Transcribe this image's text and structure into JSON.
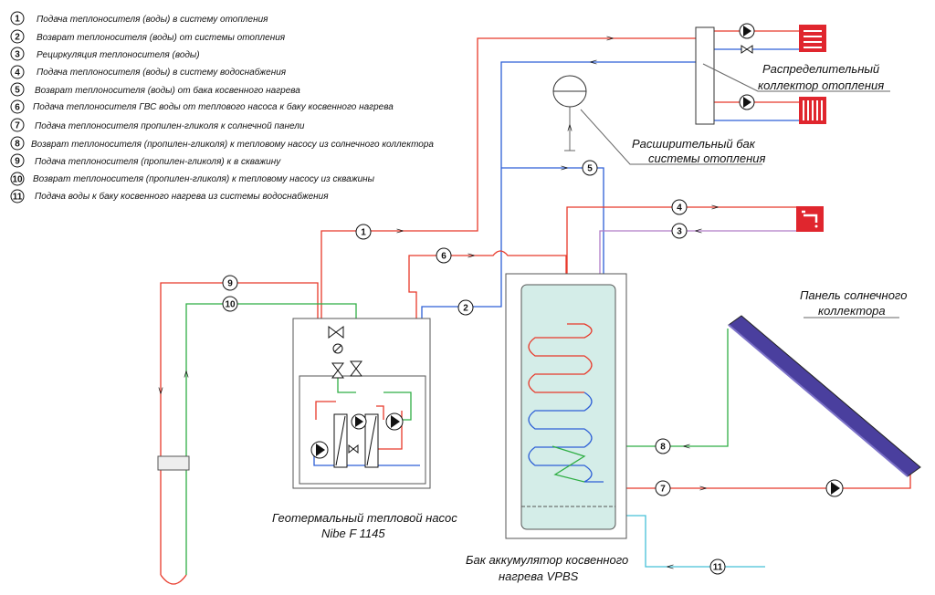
{
  "legend": [
    {
      "n": "1",
      "text": "Подача теплоносителя (воды) в систему отопления"
    },
    {
      "n": "2",
      "text": "Возврат теплоносителя  (воды) от системы отопления"
    },
    {
      "n": "3",
      "text": "Рециркуляция теплоносителя  (воды)"
    },
    {
      "n": "4",
      "text": "Подача теплоносителя (воды) в систему водоснабжения"
    },
    {
      "n": "5",
      "text": "Возврат теплоносителя (воды) от бака косвенного нагрева"
    },
    {
      "n": "6",
      "text": "Подача теплоносителя ГВС воды от теплового насоса к баку косвенного нагрева"
    },
    {
      "n": "7",
      "text": "Подача теплоносителя пропилен-гликоля к солнечной панели"
    },
    {
      "n": "8",
      "text": "Возврат теплоносителя (пропилен-гликоля) к тепловому насосу из солнечного коллектора"
    },
    {
      "n": "9",
      "text": "Подача теплоносителя (пропилен-гликоля) к в скважину"
    },
    {
      "n": "10",
      "text": "Возврат теплоносителя (пропилен-гликоля) к тепловому насосу из скважины"
    },
    {
      "n": "11",
      "text": "Подача воды к баку косвенного нагрева из системы водоснабжения"
    }
  ],
  "labels": {
    "collector_1": "Распределительный",
    "collector_2": "коллектор отопления",
    "exp_tank_1": "Расширительный бак",
    "exp_tank_2": "системы отопления",
    "solar_1": "Панель солнечного",
    "solar_2": "коллектора",
    "heat_pump_1": "Геотермальный тепловой насос",
    "heat_pump_2": "Nibe F 1145",
    "tank_1": "Бак аккумулятор косвенного",
    "tank_2": "нагрева VPBS"
  },
  "markers": {
    "m1": "1",
    "m2": "2",
    "m3": "3",
    "m4": "4",
    "m5": "5",
    "m6": "6",
    "m7": "7",
    "m8": "8",
    "m9": "9",
    "m10": "10",
    "m11": "11"
  },
  "colors": {
    "supply": "#e8392a",
    "return": "#2d5fd6",
    "glycol_return": "#2fae44",
    "recirculation": "#b07cc8",
    "cold_water": "#46c0d8",
    "radiator": "#e0262e",
    "solar_panel": "#4a3f9e"
  }
}
